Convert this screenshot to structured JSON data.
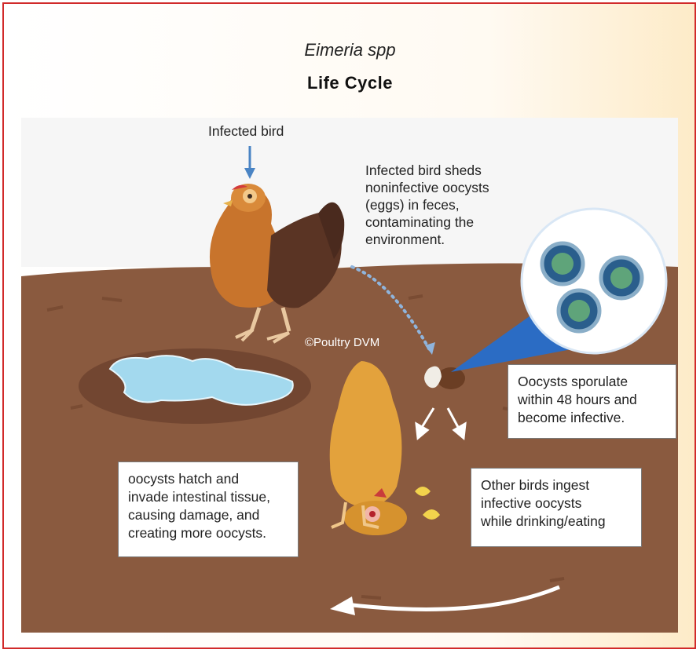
{
  "title": {
    "genus": "Eimeria spp",
    "subtitle": "Life Cycle"
  },
  "labels": {
    "infected_bird": "Infected bird",
    "shedding": [
      "Infected bird sheds",
      "noninfective oocysts",
      "(eggs) in feces,",
      "contaminating the",
      "environment."
    ],
    "copyright": "©Poultry DVM"
  },
  "boxes": {
    "sporulate": [
      "Oocysts sporulate",
      "within 48 hours and",
      "become infective."
    ],
    "ingest": [
      "Other birds ingest",
      "infective oocysts",
      "while drinking/eating"
    ],
    "hatch": [
      "oocysts hatch and",
      "invade intestinal tissue,",
      "causing damage, and",
      "creating more oocysts."
    ]
  },
  "colors": {
    "border": "#d12a2a",
    "soil": "#8a5a3f",
    "sky": "#f7f7f7",
    "water": "#9fd6ec",
    "arrow_blue": "#4a84c4"
  }
}
